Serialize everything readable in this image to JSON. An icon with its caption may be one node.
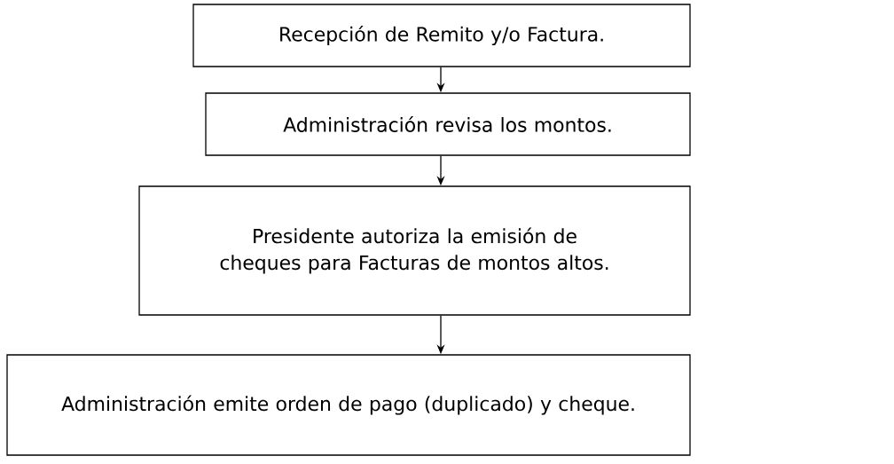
{
  "diagram": {
    "nodes": [
      {
        "text": [
          "Recepción de Remito y/o Factura."
        ]
      },
      {
        "text": [
          "Administración revisa los montos."
        ]
      },
      {
        "text": [
          "Presidente autoriza la emisión de cheques para Facturas de montos altos."
        ]
      },
      {
        "text": [
          "Administración emite orden de pago (duplicado) y cheque."
        ]
      }
    ],
    "edges": [
      {
        "from": 0,
        "to": 1,
        "arrow": "to"
      },
      {
        "from": 1,
        "to": 2,
        "arrow": "to"
      },
      {
        "from": 2,
        "to": 3,
        "arrow": "to"
      }
    ]
  }
}
